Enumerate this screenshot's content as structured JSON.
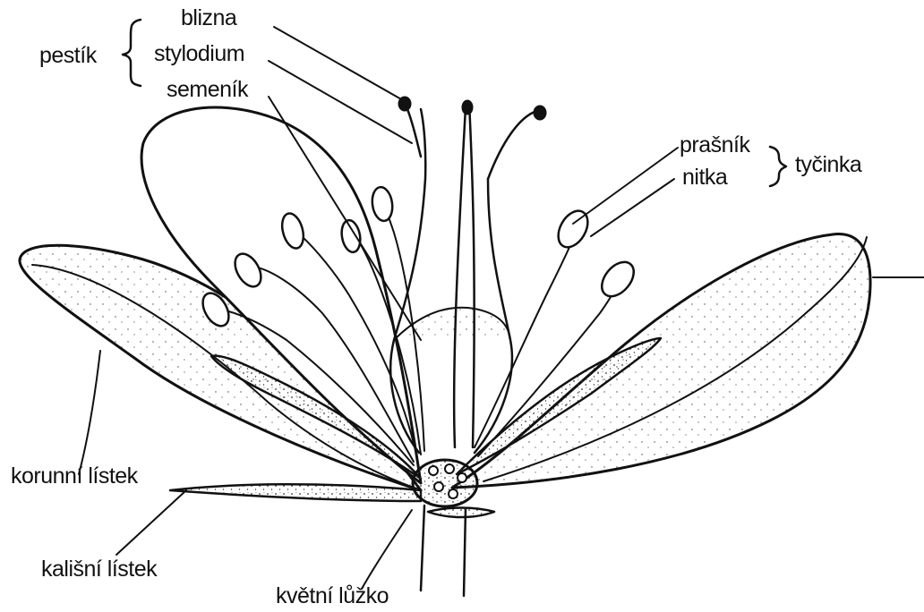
{
  "labels": {
    "blizna": "blizna",
    "stylodium": "stylodium",
    "semenik": "semeník",
    "pestik": "pestík",
    "prasnik": "prašník",
    "nitka": "nitka",
    "tycinka": "tyčinka",
    "korunni_listek": "korunní lístek",
    "kalisni_listek": "kališní lístek",
    "kvetni_luzko": "květní lůžko"
  },
  "colors": {
    "ink": "#111111",
    "background": "#ffffff"
  }
}
